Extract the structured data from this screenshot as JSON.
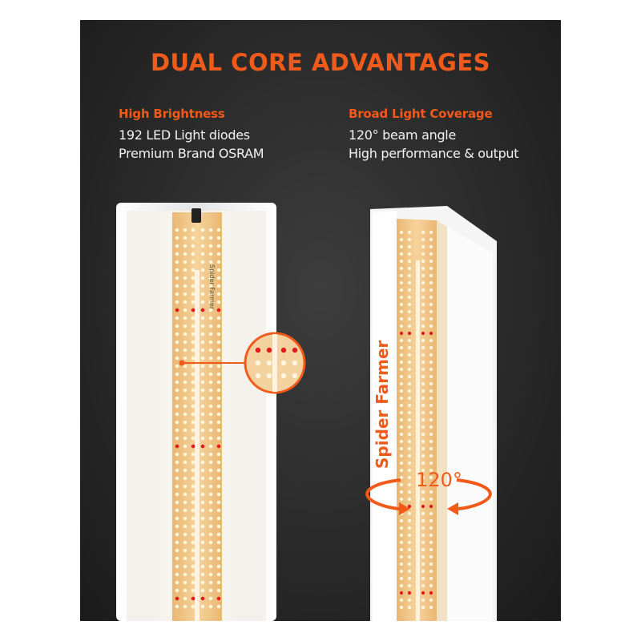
{
  "headline": "DUAL CORE ADVANTAGES",
  "features": [
    {
      "title": "High Brightness",
      "lines": [
        "192 LED Light diodes",
        "Premium Brand OSRAM"
      ]
    },
    {
      "title": "Broad Light Coverage",
      "lines": [
        "120° beam angle",
        "High performance & output"
      ]
    }
  ],
  "brand_label": "Spider Farmer",
  "angle_label": "120°",
  "colors": {
    "accent": "#f05a1a",
    "background": "#2a2a2a",
    "board": "#f1c98a",
    "red_diode": "#e01b1b",
    "white_diode": "#fff6dc"
  }
}
